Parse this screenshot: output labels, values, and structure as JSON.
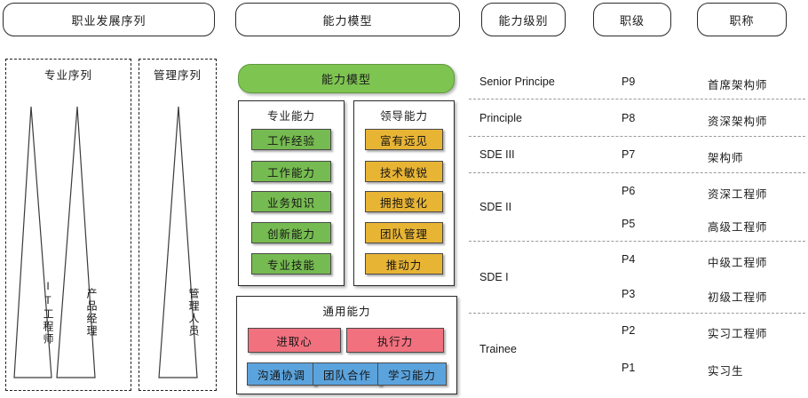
{
  "header": {
    "pills": [
      {
        "label": "职业发展序列",
        "name": "header-career-sequence"
      },
      {
        "label": "能力模型",
        "name": "header-capability-model"
      },
      {
        "label": "能力级别",
        "name": "header-capability-level"
      },
      {
        "label": "职级",
        "name": "header-job-grade"
      },
      {
        "label": "职称",
        "name": "header-job-title"
      }
    ]
  },
  "career": {
    "groups": [
      {
        "title": "专业序列",
        "name": "group-professional"
      },
      {
        "title": "管理序列",
        "name": "group-management"
      }
    ],
    "pyramids": [
      {
        "label": "IT工程师",
        "name": "pyramid-it-engineer"
      },
      {
        "label": "产品经理",
        "name": "pyramid-product-manager"
      },
      {
        "label": "管理人员",
        "name": "pyramid-manager"
      }
    ]
  },
  "capability": {
    "model_title": "能力模型",
    "professional": {
      "title": "专业能力",
      "items": [
        "工作经验",
        "工作能力",
        "业务知识",
        "创新能力",
        "专业技能"
      ]
    },
    "leadership": {
      "title": "领导能力",
      "items": [
        "富有远见",
        "技术敏锐",
        "拥抱变化",
        "团队管理",
        "推动力"
      ]
    },
    "general": {
      "title": "通用能力",
      "row1": [
        "进取心",
        "执行力"
      ],
      "row2": [
        "沟通协调",
        "团队合作",
        "学习能力"
      ]
    }
  },
  "levels": {
    "capability_levels": [
      {
        "label": "Senior Principe",
        "name": "level-senior-principe"
      },
      {
        "label": "Principle",
        "name": "level-principle"
      },
      {
        "label": "SDE III",
        "name": "level-sde-3"
      },
      {
        "label": "SDE II",
        "name": "level-sde-2"
      },
      {
        "label": "SDE I",
        "name": "level-sde-1"
      },
      {
        "label": "Trainee",
        "name": "level-trainee"
      }
    ],
    "grades": [
      "P9",
      "P8",
      "P7",
      "P6",
      "P5",
      "P4",
      "P3",
      "P2",
      "P1"
    ],
    "titles": [
      "首席架构师",
      "资深架构师",
      "架构师",
      "资深工程师",
      "高级工程师",
      "中级工程师",
      "初级工程师",
      "实习工程师",
      "实习生"
    ]
  },
  "colors": {
    "green": "#76bb51",
    "green_head": "#7ec451",
    "orange": "#e8b434",
    "pink": "#f2717f",
    "blue": "#5ba3dd",
    "dashed_border": "#1f1f1f",
    "divider": "#9a9a9a"
  }
}
